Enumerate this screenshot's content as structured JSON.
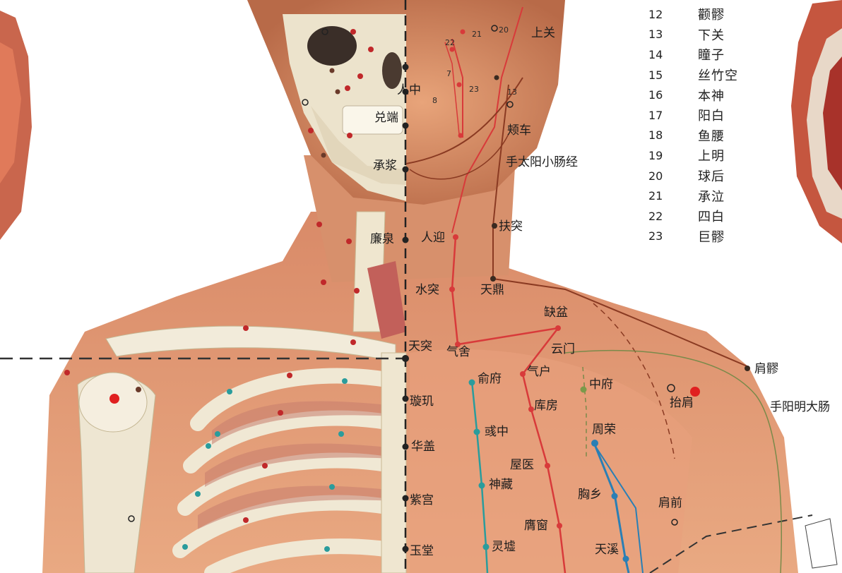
{
  "legend": [
    {
      "num": "12",
      "name": "颧髎"
    },
    {
      "num": "13",
      "name": "下关"
    },
    {
      "num": "14",
      "name": "瞳子"
    },
    {
      "num": "15",
      "name": "丝竹空"
    },
    {
      "num": "16",
      "name": "本神"
    },
    {
      "num": "17",
      "name": "阳白"
    },
    {
      "num": "18",
      "name": "鱼腰"
    },
    {
      "num": "19",
      "name": "上明"
    },
    {
      "num": "20",
      "name": "球后"
    },
    {
      "num": "21",
      "name": "承泣"
    },
    {
      "num": "22",
      "name": "四白"
    },
    {
      "num": "23",
      "name": "巨髎"
    }
  ],
  "labels": {
    "shangguan": "上关",
    "renzhong": "人中",
    "duiduan": "兑端",
    "jiache": "颊车",
    "chengjiang": "承浆",
    "meridian_small_intestine": "手太阳小肠经",
    "futu": "扶突",
    "lianquan": "廉泉",
    "renying": "人迎",
    "shuitu": "水突",
    "tianding": "天鼎",
    "quepen": "缺盆",
    "tiantu": "天突",
    "qishe": "气舍",
    "yunmen": "云门",
    "jianliao": "肩髎",
    "shufu": "俞府",
    "qihu": "气户",
    "zhongfu": "中府",
    "xuanji": "璇玑",
    "kufang": "库房",
    "taijian": "抬肩",
    "meridian_large_intestine": "手阳明大肠",
    "yuzhong": "彧中",
    "zhourong": "周荣",
    "huagai": "华盖",
    "wuyi": "屋医",
    "shencang": "神藏",
    "xiongxiang": "胸乡",
    "jianqian": "肩前",
    "zigong": "紫宫",
    "yingchuang": "膺窗",
    "tianxi": "天溪",
    "yutang": "玉堂",
    "lingxu": "灵墟"
  },
  "small_numbers": {
    "n21": "21",
    "n20": "20",
    "n22": "22",
    "n23": "23",
    "n13": "13",
    "n8": "8",
    "n7": "7"
  },
  "colors": {
    "skin": "#e6a07c",
    "skin_dark": "#c9755a",
    "bone": "#f1ebdc",
    "muscle": "#c8644c",
    "stomach_meridian": "#d83a3a",
    "kidney_meridian": "#2a9c9c",
    "spleen_meridian": "#2a7fb5",
    "small_intestine_meridian": "#8a3a22",
    "point_dark": "#222222",
    "point_red": "#e02020"
  },
  "icons": {
    "acupoint_marker": "dot-icon"
  }
}
